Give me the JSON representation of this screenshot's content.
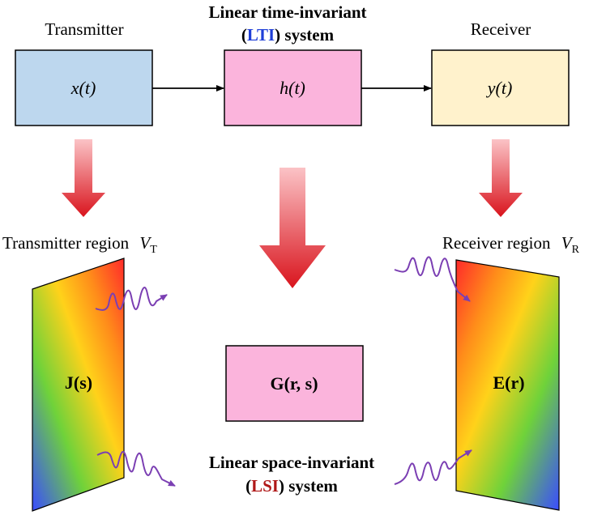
{
  "top": {
    "transmitter_label": "Transmitter",
    "receiver_label": "Receiver",
    "lti_title_line1": "Linear time-invariant",
    "lti_acronym": "LTI",
    "lti_title_line2_suffix": " system",
    "x_box": "x(t)",
    "h_box": "h(t)",
    "y_box": "y(t)"
  },
  "bottom": {
    "transmitter_region": "Transmitter region",
    "transmitter_symbol": "V",
    "transmitter_sub": "T",
    "receiver_region": "Receiver region",
    "receiver_symbol": "V",
    "receiver_sub": "R",
    "J_box": "J(s)",
    "G_box": "G(r, s)",
    "E_box": "E(r)",
    "lsi_title_line1": "Linear space-invariant",
    "lsi_acronym": "LSI",
    "lsi_title_line2_suffix": " system"
  },
  "colors": {
    "x_box_fill": "#bdd7ee",
    "h_box_fill": "#fbb4dc",
    "y_box_fill": "#fff2cc",
    "arrow_red": "#d9141d",
    "wave_purple": "#7b3fb3",
    "lti_accent": "#1f3fd8",
    "lsi_accent": "#b01818"
  }
}
